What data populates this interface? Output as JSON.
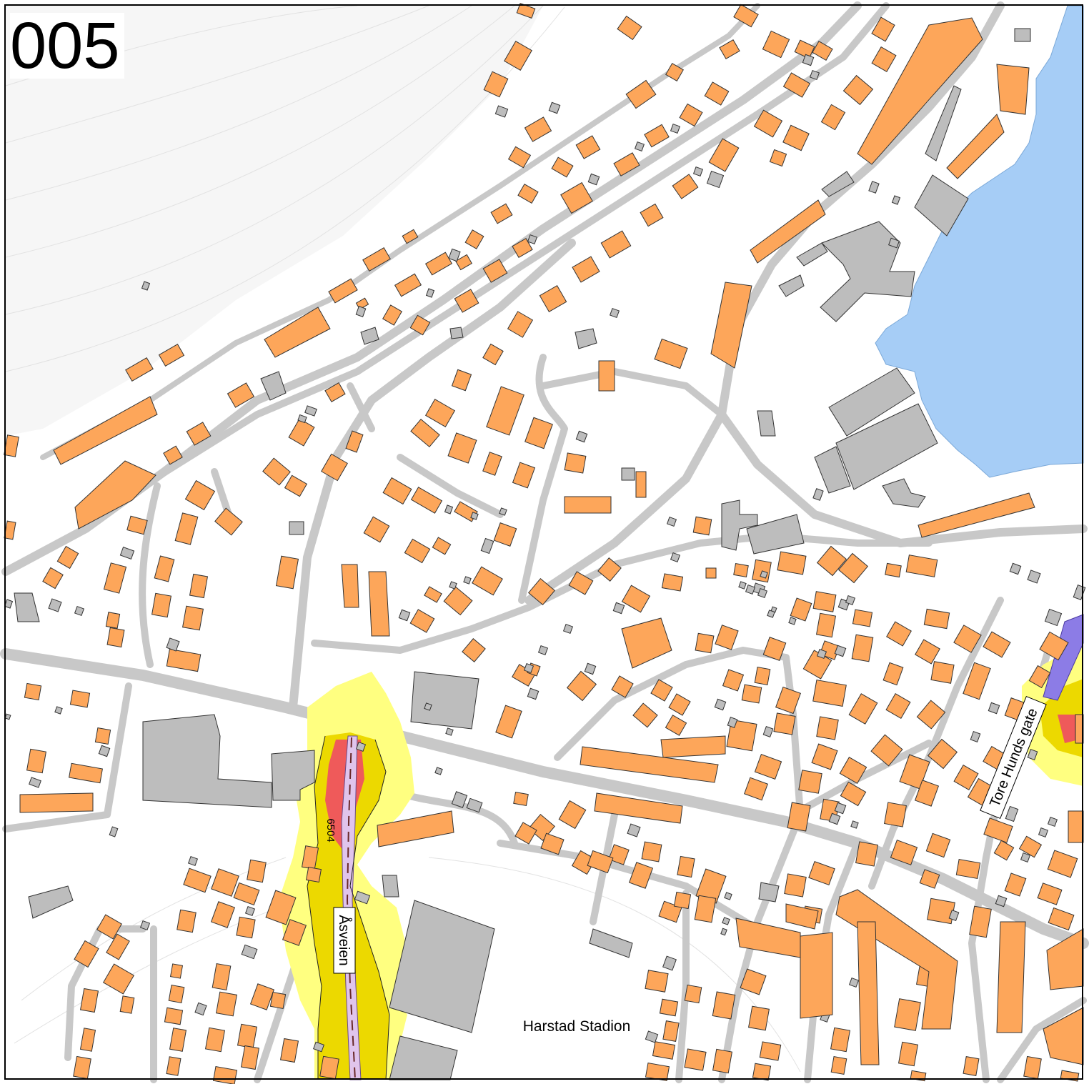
{
  "sheet": {
    "number": "005"
  },
  "labels": {
    "stadium": "Harstad Stadion",
    "road_asveien": "Åsveien",
    "road_tore_hunds": "Tore Hunds gate",
    "route_number": "6504"
  },
  "colors": {
    "background": "#ffffff",
    "terrain": "#f4f4f4",
    "contour": "#dcdcdc",
    "road": "#c8c8c8",
    "building_residential": "#fda65a",
    "building_other": "#bdbdbd",
    "water": "#a6cdf6",
    "noise_yellow": "#ffff80",
    "noise_gold": "#ecd900",
    "noise_red": "#ef5a5a",
    "road_lilac": "#e0c4ec",
    "road_purple": "#8c7ce6"
  }
}
